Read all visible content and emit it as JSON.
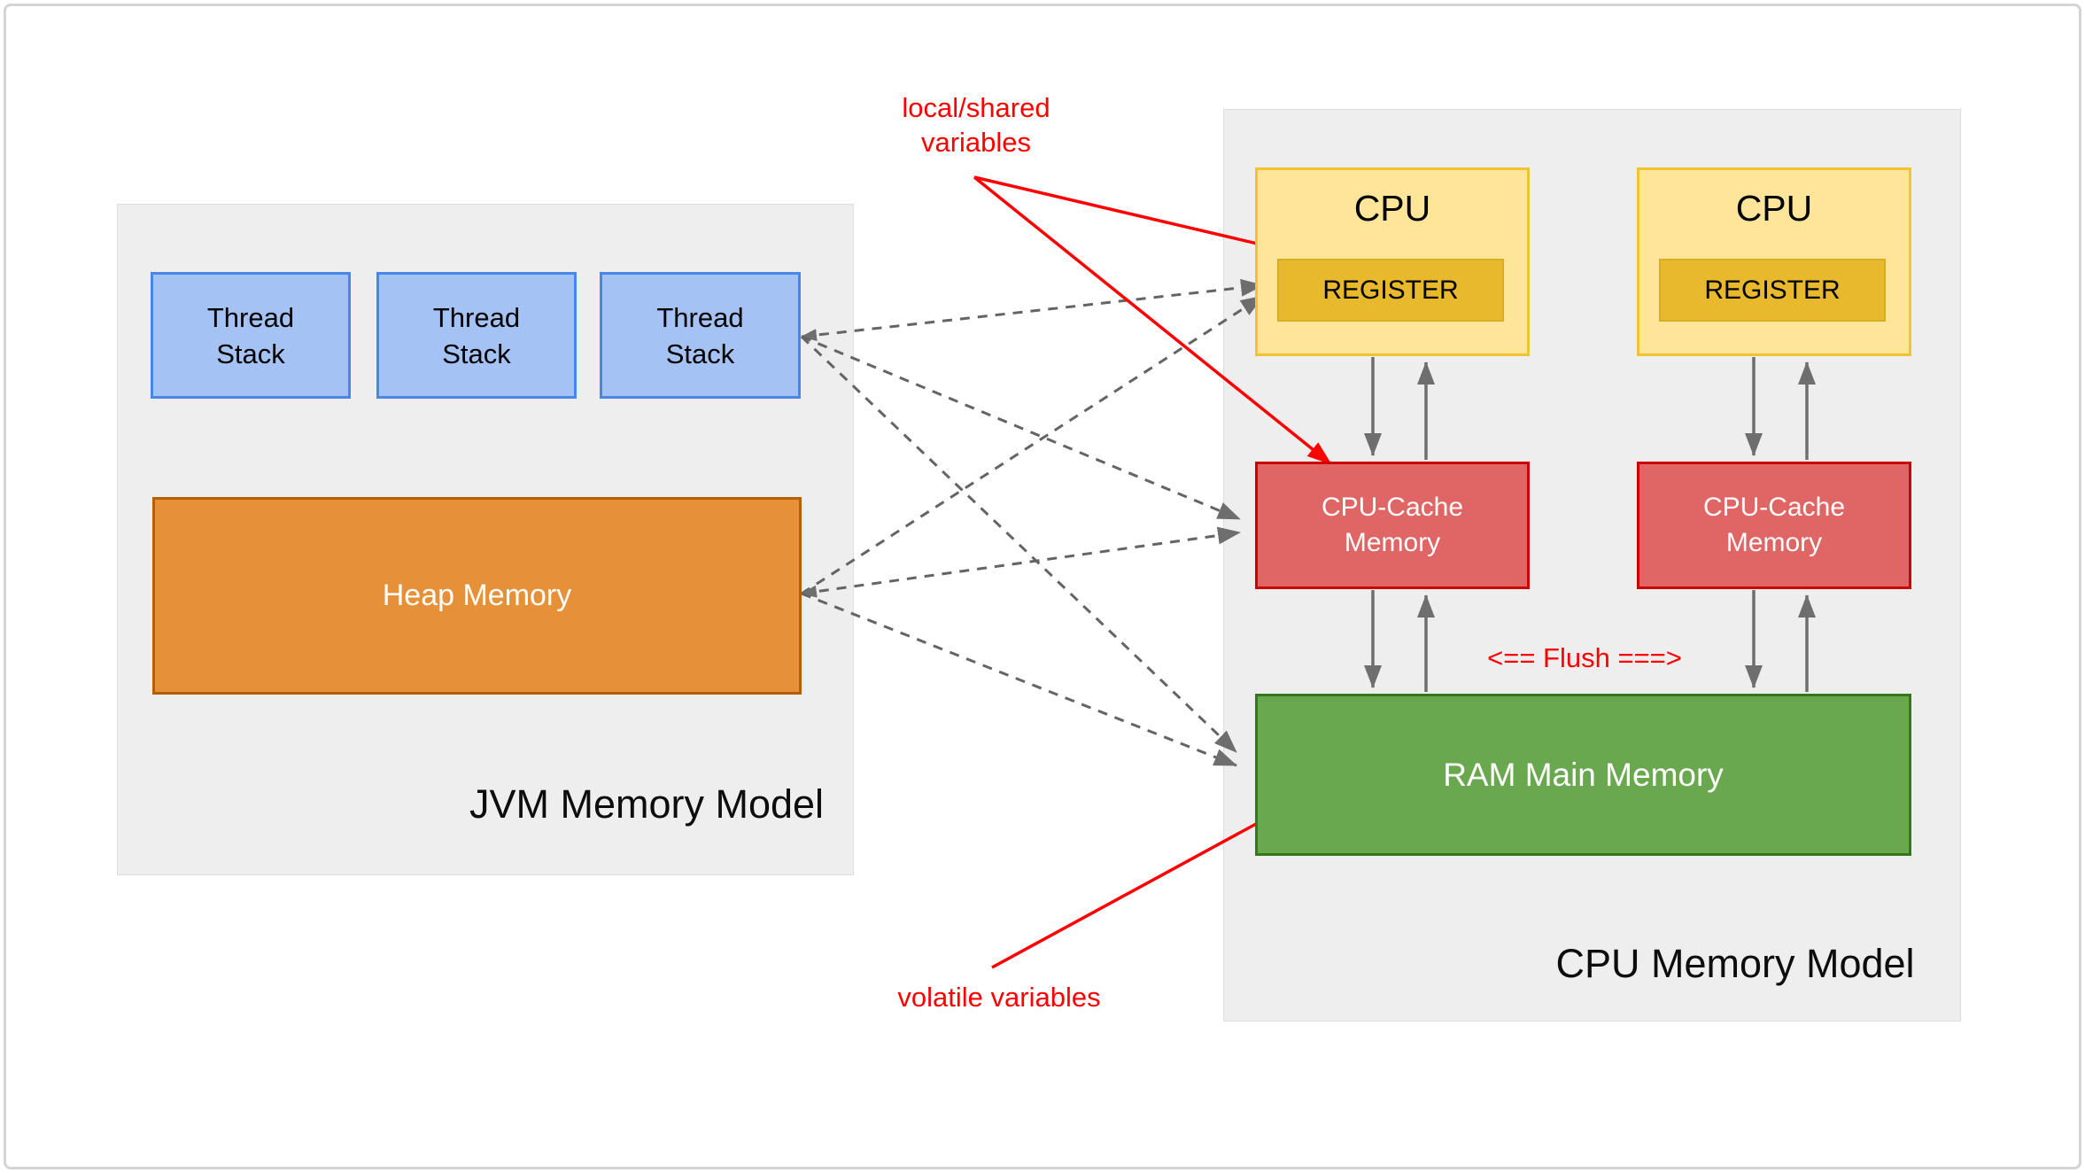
{
  "jvm": {
    "label": "JVM Memory Model",
    "thread_stacks": [
      "Thread Stack",
      "Thread Stack",
      "Thread Stack"
    ],
    "heap": "Heap Memory"
  },
  "cpu": {
    "label": "CPU Memory Model",
    "cpu_boxes": [
      {
        "title": "CPU",
        "register": "REGISTER"
      },
      {
        "title": "CPU",
        "register": "REGISTER"
      }
    ],
    "caches": [
      "CPU-Cache Memory",
      "CPU-Cache Memory"
    ],
    "ram": "RAM Main Memory",
    "flush": "<== Flush ===>"
  },
  "annotations": {
    "local_shared": "local/shared variables",
    "volatile": "volatile variables"
  },
  "colors": {
    "thread_stack_fill": "#a4c2f4",
    "thread_stack_border": "#4a86e8",
    "heap_fill": "#e69138",
    "heap_border": "#b45f06",
    "cpu_fill": "#ffe599",
    "cpu_border": "#f1c232",
    "register_fill": "#e8b92c",
    "cache_fill": "#e06666",
    "cache_border": "#cc0000",
    "ram_fill": "#6aa84f",
    "ram_border": "#38761d",
    "annotation_red": "#ff0000",
    "connector_gray": "#6e6e6e",
    "panel_gray": "#eeeeee"
  }
}
